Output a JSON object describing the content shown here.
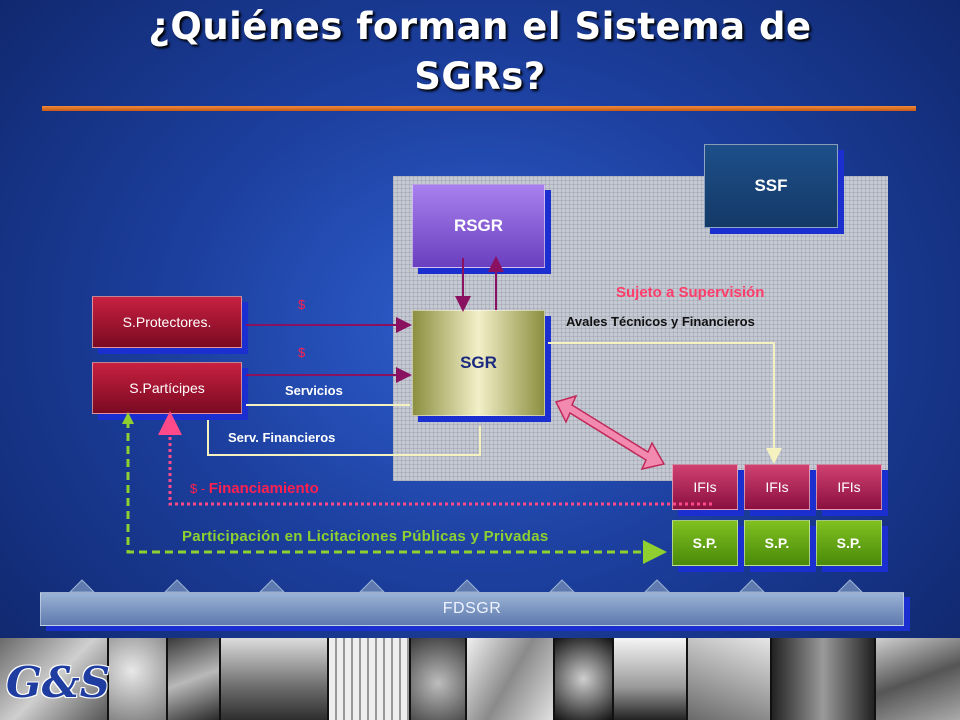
{
  "title": {
    "line1": "¿Quiénes forman el Sistema de",
    "line2": "SGRs?"
  },
  "boxes": {
    "ssf": "SSF",
    "rsgr": "RSGR",
    "sgr": "SGR",
    "s_protectores": "S.Protectores.",
    "s_participes": "S.Partícipes",
    "ifis": [
      "IFIs",
      "IFIs",
      "IFIs"
    ],
    "sp": [
      "S.P.",
      "S.P.",
      "S.P."
    ],
    "fdsgr": "FDSGR"
  },
  "labels": {
    "sujeto": "Sujeto a Supervisión",
    "avales": "Avales Técnicos y Financieros",
    "servicios": "Servicios",
    "serv_financieros": "Serv. Financieros",
    "dollar1": "$",
    "dollar2": "$",
    "financiamiento_prefix": "$ - ",
    "financiamiento": "Financiamiento",
    "licitaciones": "Participación en Licitaciones Públicas y Privadas"
  },
  "logo": "G&S",
  "colors": {
    "background": "#1c3f9e",
    "accent_orange": "#e8782c",
    "supervision_pink": "#ff3c6a",
    "licitacion_green": "#8fd030",
    "arrow_purple": "#8a1060",
    "box_shadow_blue": "#1b2fd0"
  }
}
